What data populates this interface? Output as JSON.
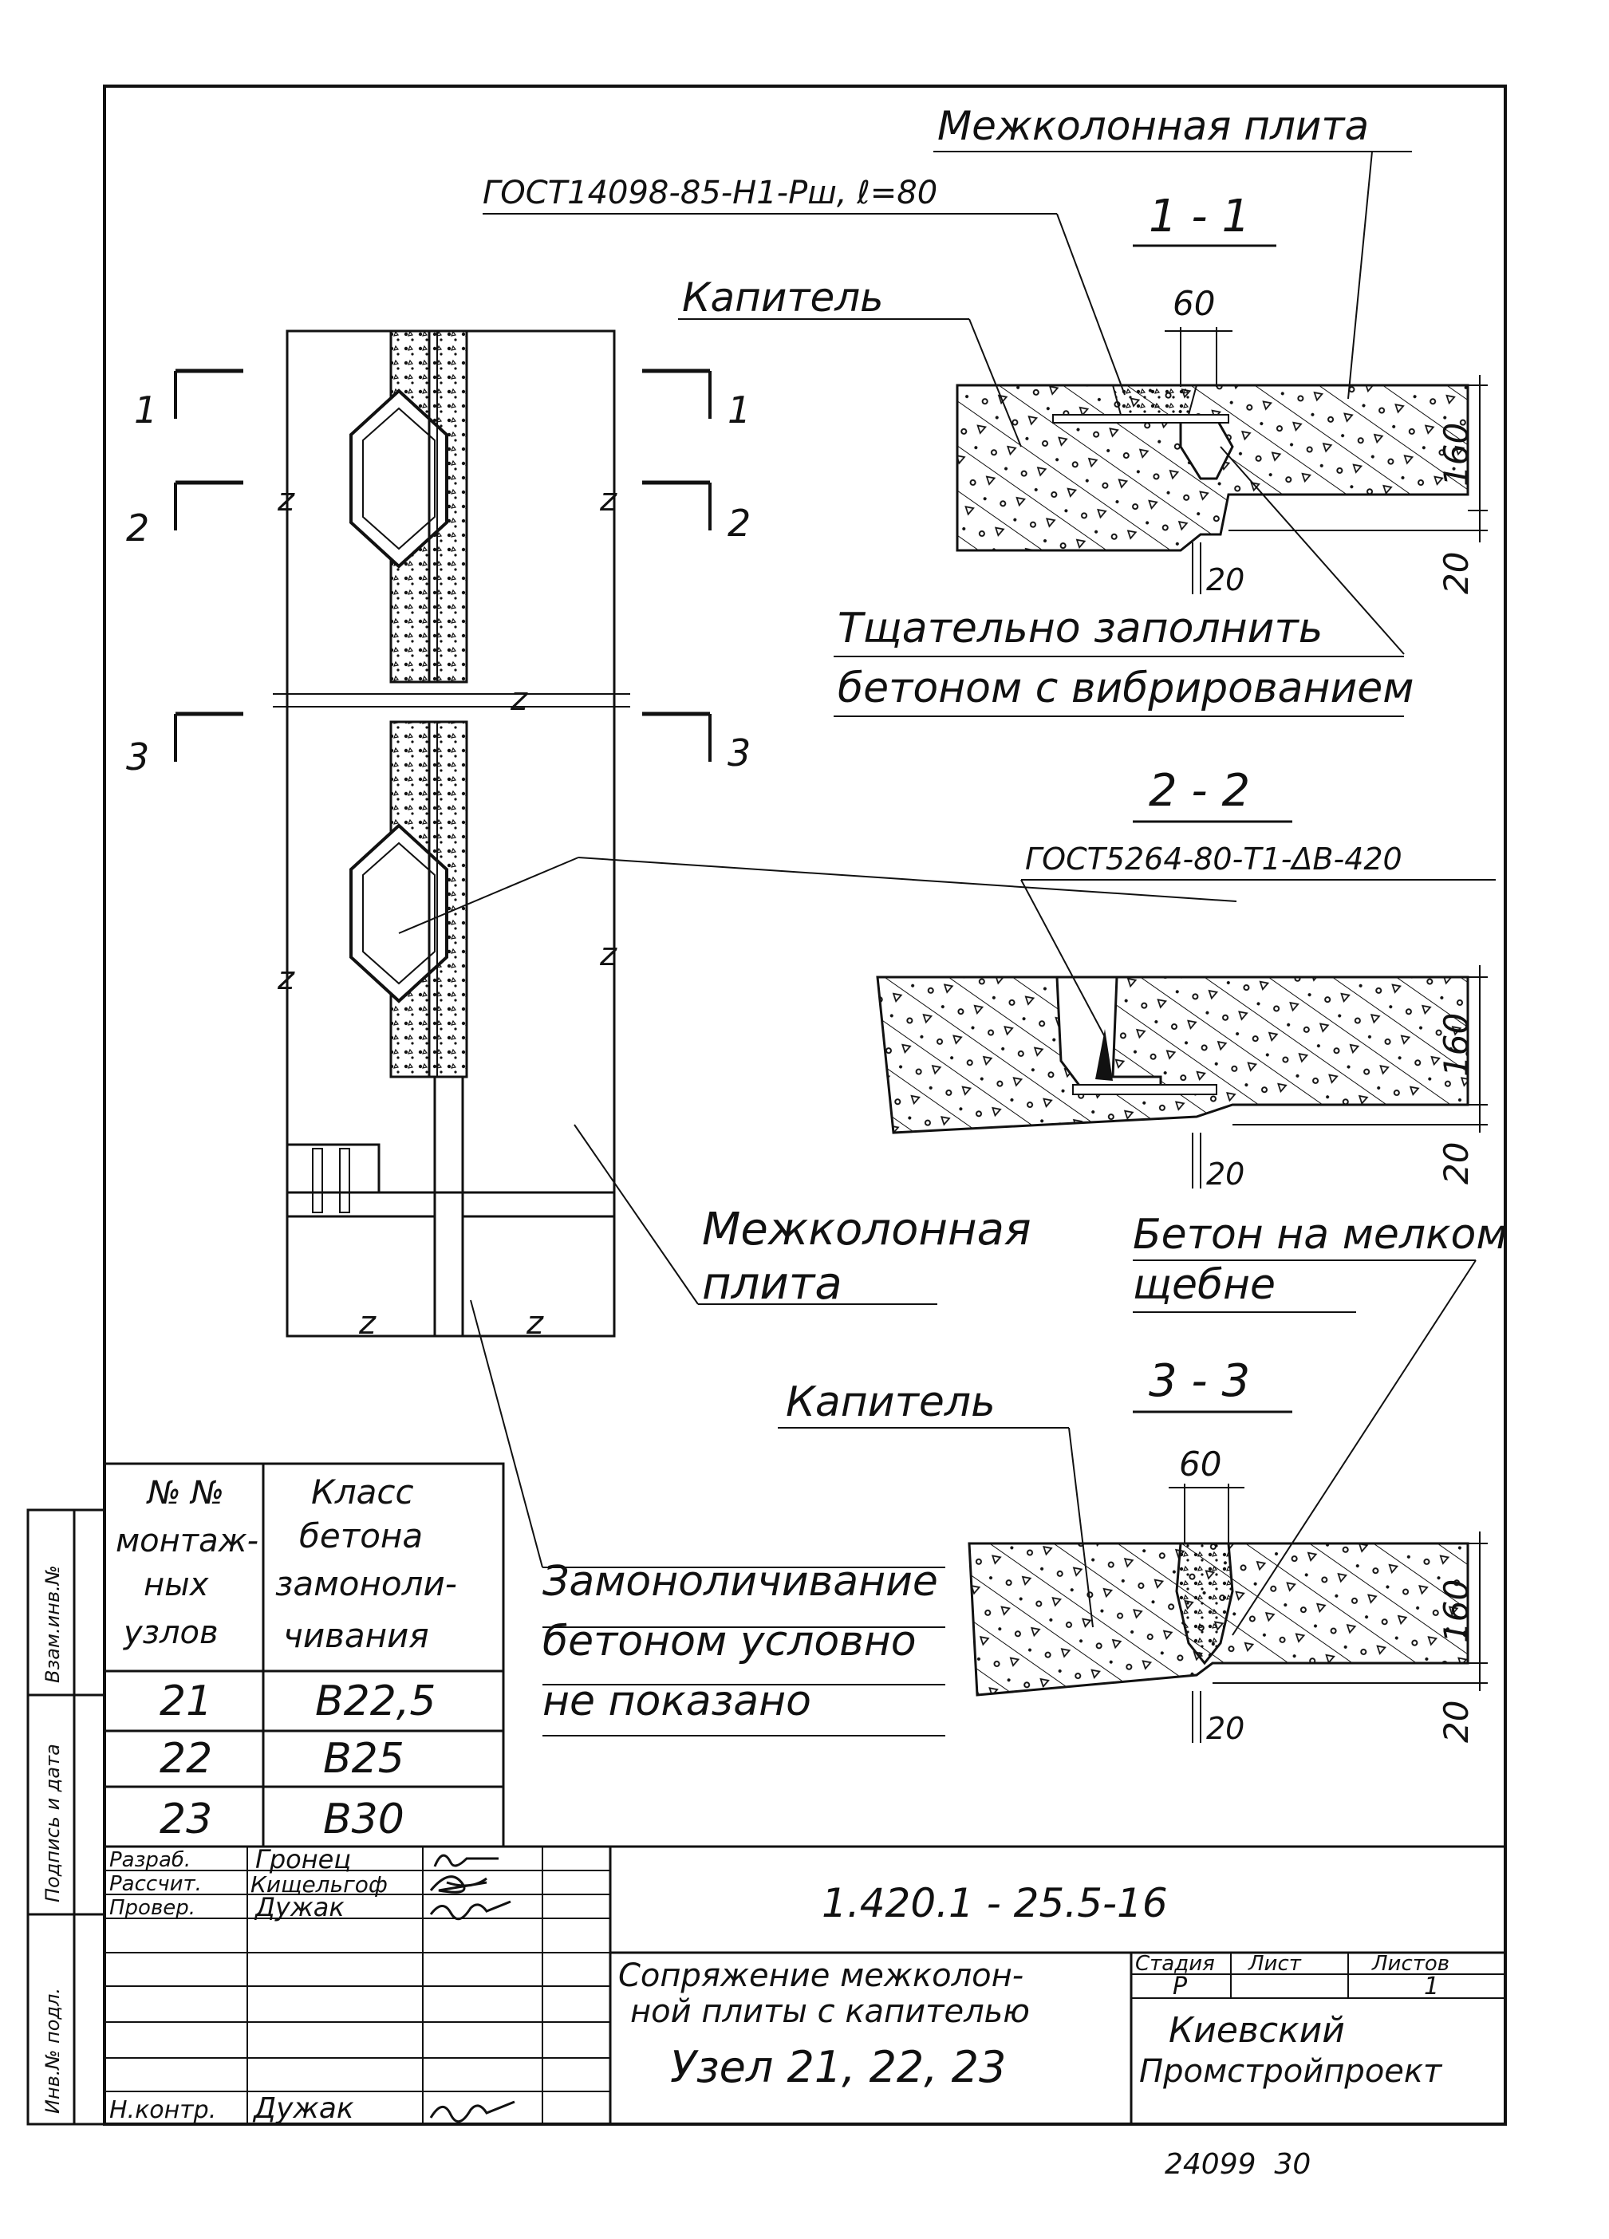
{
  "sheet_number": "24099  30",
  "plan": {
    "break_mark": "z",
    "section_markers": [
      {
        "left": "1",
        "right": "1"
      },
      {
        "left": "2",
        "right": "2"
      },
      {
        "left": "3",
        "right": "3"
      }
    ],
    "labels": {
      "slab_line1": "Межколонная",
      "slab_line2": "плита",
      "monolith_line1": "Замоноличивание",
      "monolith_line2": "бетоном условно",
      "monolith_line3": "не показано"
    }
  },
  "section_1_1": {
    "title": "1 - 1",
    "slab_label": "Межколонная плита",
    "gost_label": "ГОСТ14098-85-Н1-Рш, ℓ=80",
    "capital_label": "Капитель",
    "dim_width": "60",
    "dim_height": "160",
    "dim_bottom": "20",
    "dim_gap": "20",
    "note_line1": "Тщательно заполнить",
    "note_line2": "бетоном с вибрированием"
  },
  "section_2_2": {
    "title": "2 - 2",
    "gost_label": "ГОСТ5264-80-Т1-ΔВ-420",
    "dim_height": "160",
    "dim_bottom": "20",
    "dim_gap": "20",
    "concrete_line1": "Бетон на мелком",
    "concrete_line2": "щебне"
  },
  "section_3_3": {
    "title": "3 - 3",
    "capital_label": "Капитель",
    "dim_width": "60",
    "dim_height": "160",
    "dim_bottom": "20",
    "dim_gap": "20"
  },
  "table": {
    "header_col1": [
      "№ №",
      "монтаж-",
      "ных",
      "узлов"
    ],
    "header_col2": [
      "Класс",
      "бетона",
      "замоноли-",
      "чивания"
    ],
    "rows": [
      {
        "node": "21",
        "class": "В22,5"
      },
      {
        "node": "22",
        "class": "В25"
      },
      {
        "node": "23",
        "class": "В30"
      }
    ]
  },
  "side_stamp": {
    "col1": "Взам.инв.№",
    "col2": "Подпись и дата",
    "col3": "Инв.№ подл."
  },
  "title_block": {
    "doc_code": "1.420.1 - 25.5-16",
    "roles": [
      {
        "role": "Разраб.",
        "name": "Гронец"
      },
      {
        "role": "Рассчит.",
        "name": "Кищельгоф"
      },
      {
        "role": "Провер.",
        "name": "Дужак"
      },
      {
        "role": "",
        "name": ""
      },
      {
        "role": "",
        "name": ""
      },
      {
        "role": "",
        "name": ""
      },
      {
        "role": "Н.контр.",
        "name": "Дужак"
      }
    ],
    "description_line1": "Сопряжение межколон-",
    "description_line2": "ной плиты с капителью",
    "node_title": "Узел 21, 22, 23",
    "stage_label": "Стадия",
    "sheet_label": "Лист",
    "sheets_label": "Листов",
    "stage_value": "Р",
    "sheet_value": "",
    "sheets_value": "1",
    "org_line1": "Киевский",
    "org_line2": "Промстройпроект"
  }
}
